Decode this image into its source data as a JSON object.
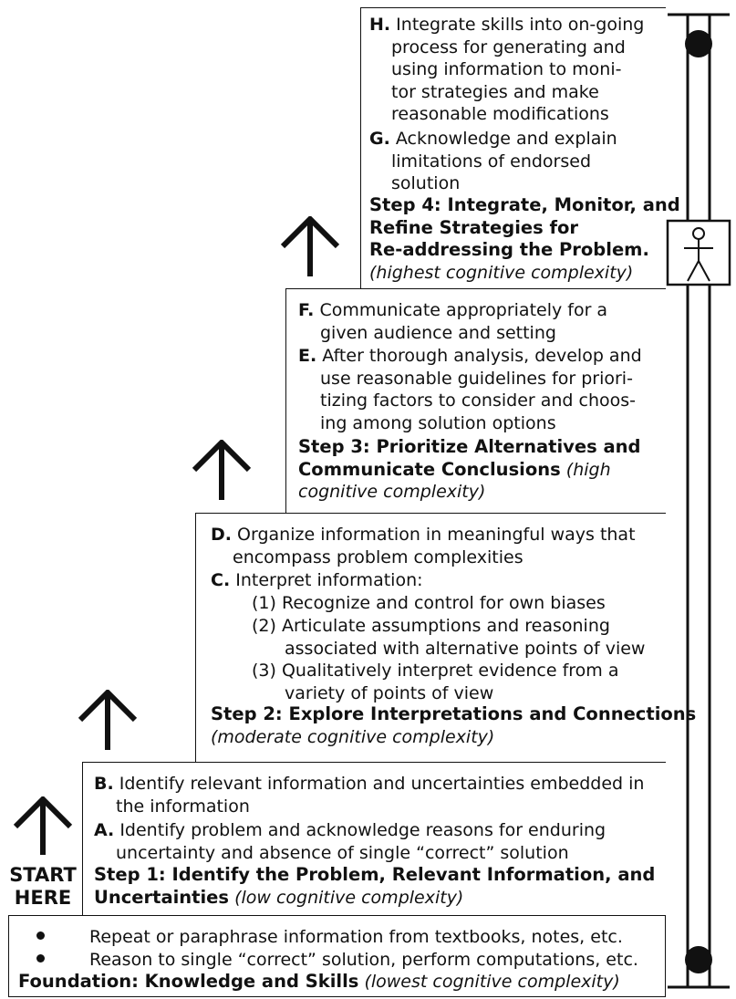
{
  "start_label": [
    "START",
    "HERE"
  ],
  "foundation": {
    "bullets": [
      "Repeat or paraphrase information from textbooks, notes, etc.",
      "Reason to single “correct” solution, perform computations, etc."
    ],
    "title": "Foundation:  Knowledge and Skills",
    "note": "(lowest cognitive complexity)"
  },
  "step1": {
    "B_letter": "B.",
    "B_lines": [
      "Identify relevant information and uncertainties embedded in",
      "the information"
    ],
    "A_letter": "A.",
    "A_lines": [
      "Identify problem and acknowledge reasons for enduring",
      "uncertainty and absence of single “correct” solution"
    ],
    "title_line1": "Step 1:  Identify the Problem, Relevant Information, and",
    "title_line2": "Uncertainties",
    "note": "(low cognitive complexity)"
  },
  "step2": {
    "D_letter": "D.",
    "D_lines": [
      "Organize information in meaningful ways that",
      "encompass problem complexities"
    ],
    "C_letter": "C.",
    "C_line": "Interpret information:",
    "sub_items": [
      {
        "num": "(1)",
        "lines": [
          "Recognize and control for own biases"
        ]
      },
      {
        "num": "(2)",
        "lines": [
          "Articulate assumptions and reasoning",
          "associated with alternative points of view"
        ]
      },
      {
        "num": "(3)",
        "lines": [
          "Qualitatively interpret evidence from a",
          "variety of points of view"
        ]
      }
    ],
    "title": "Step 2:  Explore Interpretations and Connections",
    "note": "(moderate cognitive complexity)"
  },
  "step3": {
    "F_letter": "F.",
    "F_lines": [
      "Communicate appropriately for a",
      "given audience and setting"
    ],
    "E_letter": "E.",
    "E_lines": [
      "After thorough analysis, develop and",
      "use reasonable guidelines for priori-",
      "tizing factors to consider and choos-",
      "ing among solution options"
    ],
    "title_line1": "Step 3: Prioritize Alternatives and",
    "title_line2": "Communicate Conclusions",
    "note_line1": "(high",
    "note_line2": "cognitive complexity)"
  },
  "step4": {
    "H_letter": "H.",
    "H_lines": [
      "Integrate skills into on-going",
      "process for generating and",
      "using information to moni-",
      "tor strategies and make",
      "reasonable modifications"
    ],
    "G_letter": "G.",
    "G_lines": [
      "Acknowledge and explain",
      "limitations of endorsed",
      "solution"
    ],
    "title_lines": [
      "Step 4: Integrate, Monitor, and",
      "Refine Strategies for",
      "Re-addressing the Problem."
    ],
    "note": "(highest cognitive complexity)"
  }
}
